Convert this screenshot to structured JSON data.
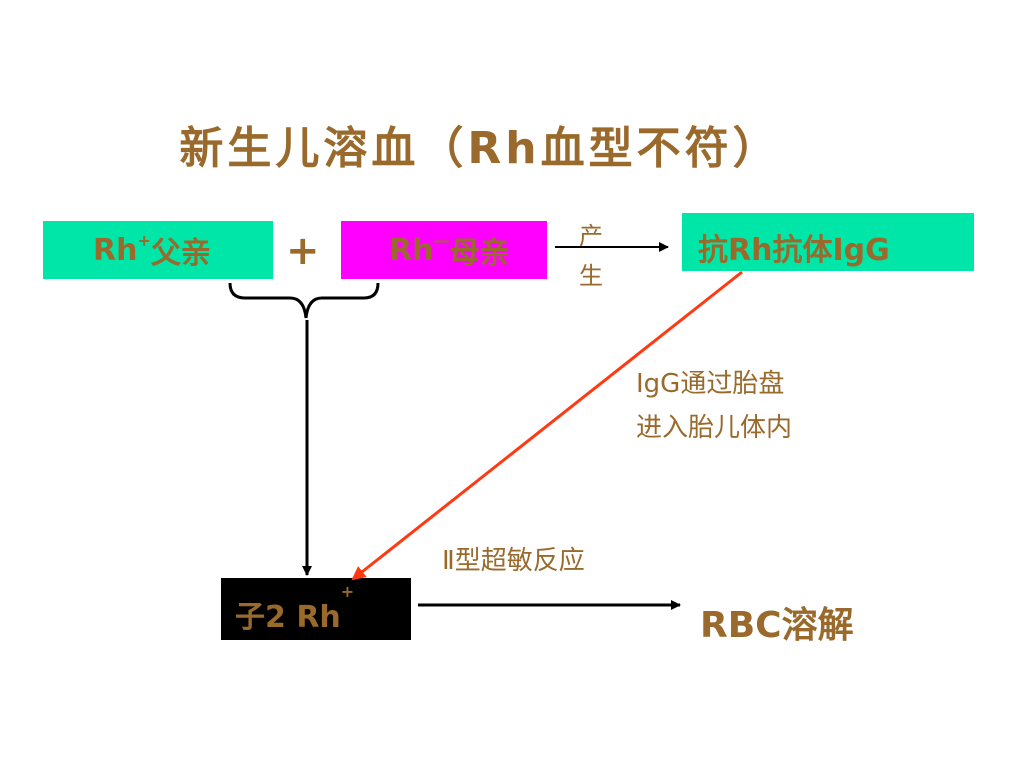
{
  "title": "新生儿溶血（Rh血型不符）",
  "father": {
    "prefix": "Rh",
    "sign": "+",
    "label": "父亲"
  },
  "plus_sign": "+",
  "mother": {
    "prefix": "Rh",
    "sign": "—",
    "label": "母亲"
  },
  "produce_label": {
    "line1": "产",
    "line2": "生"
  },
  "antibody_label": "抗Rh抗体IgG",
  "placenta_label": {
    "line1": "IgG通过胎盘",
    "line2": "进入胎儿体内"
  },
  "hypersensitivity_label": "Ⅱ型超敏反应",
  "child": {
    "prefix": "子2 Rh",
    "sign": "+"
  },
  "result_label": "RBC溶解",
  "colors": {
    "text": "#9a6a2c",
    "teal_box": "#00e6a8",
    "magenta_box": "#ff00ff",
    "child_box": "#000000",
    "red_arrow": "#ff3a12"
  }
}
